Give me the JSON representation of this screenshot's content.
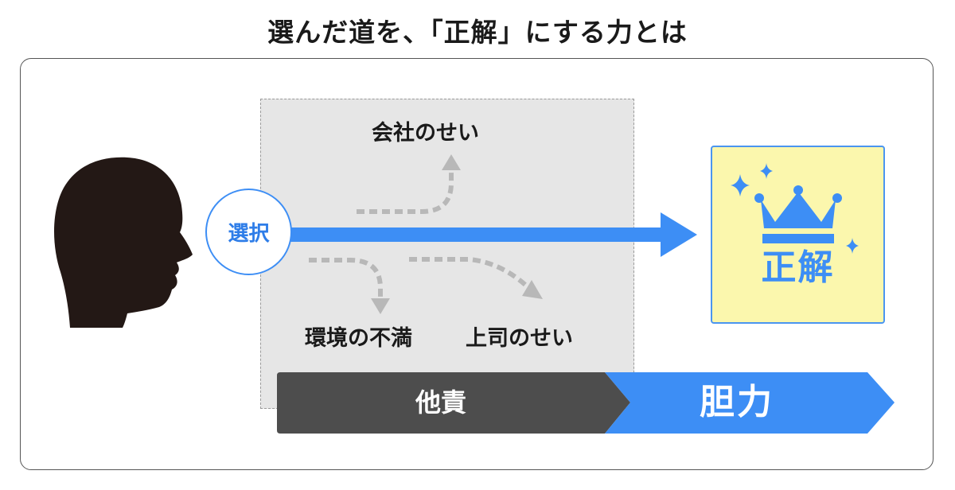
{
  "title": "選んだ道を、「正解」にする力とは",
  "choice_label": "選択",
  "excuses": {
    "company": "会社のせい",
    "environment": "環境の不満",
    "boss": "上司のせい"
  },
  "goal_label": "正解",
  "banner": {
    "left_label": "他責",
    "right_label": "胆力"
  },
  "colors": {
    "blue": "#3d8ef5",
    "dark_gray": "#4d4d4d",
    "zone_gray": "#e6e6e6",
    "goal_yellow": "#fbf7ad",
    "dashed_arrow": "#b8b8b8",
    "silhouette": "#231815"
  },
  "icons": [
    "head-silhouette-icon",
    "crown-icon",
    "sparkle-icon"
  ]
}
